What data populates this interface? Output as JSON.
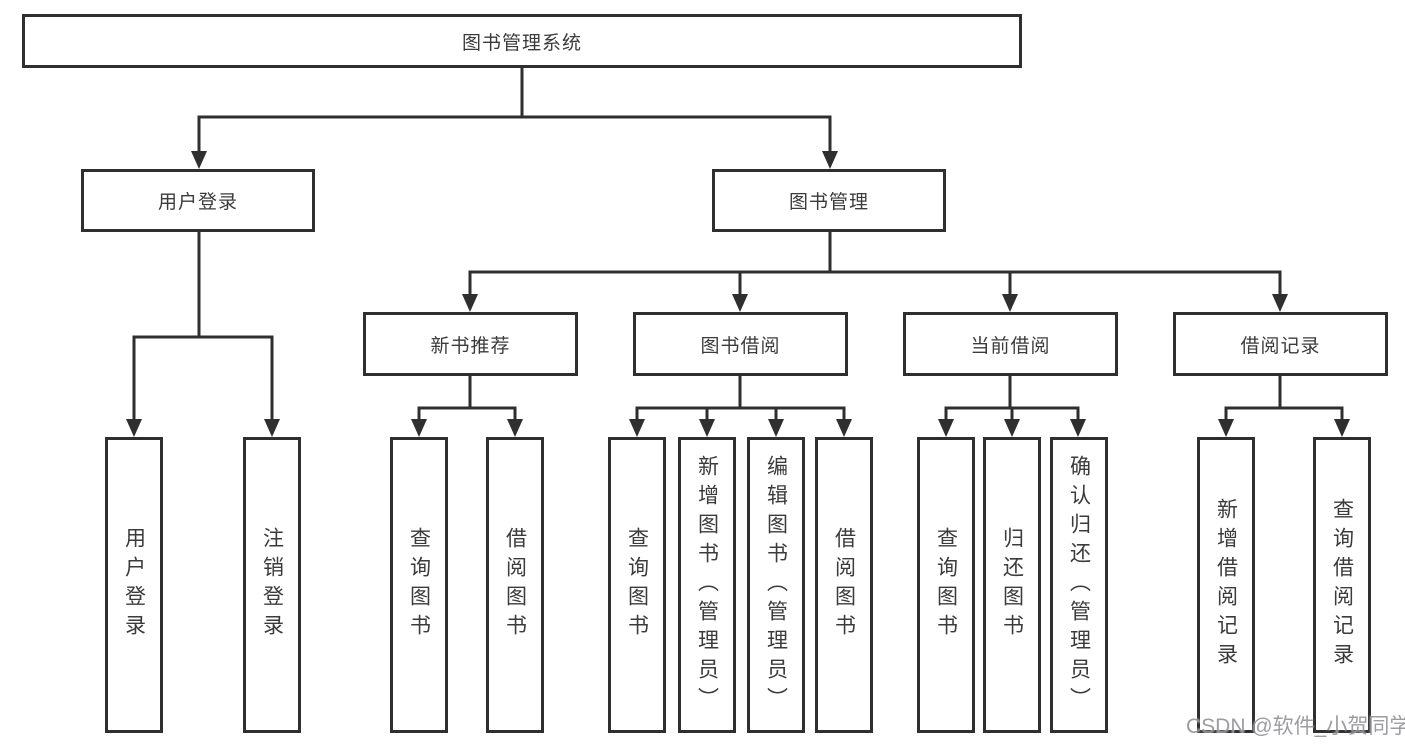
{
  "diagram": {
    "title": "图书管理系统",
    "user_login_branch": {
      "label": "用户登录",
      "children": [
        "用户登录",
        "注销登录"
      ]
    },
    "book_mgmt_branch": {
      "label": "图书管理",
      "sections": [
        {
          "label": "新书推荐",
          "children": [
            "查询图书",
            "借阅图书"
          ]
        },
        {
          "label": "图书借阅",
          "children": [
            "查询图书",
            "新增图书（管理员）",
            "编辑图书（管理员）",
            "借阅图书"
          ]
        },
        {
          "label": "当前借阅",
          "children": [
            "查询图书",
            "归还图书",
            "确认归还（管理员）"
          ]
        },
        {
          "label": "借阅记录",
          "children": [
            "新增借阅记录",
            "查询借阅记录"
          ]
        }
      ]
    }
  },
  "watermark": {
    "text": "CSDN @软件_小贺同学"
  },
  "colors": {
    "line": "#2f2f2f",
    "box_border": "#2f2f2f",
    "text": "#3b3b3b",
    "background": "#ffffff",
    "watermark": "#8c8c91"
  }
}
